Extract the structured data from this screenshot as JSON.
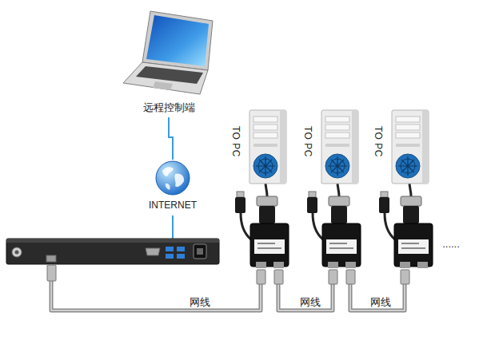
{
  "diagram": {
    "nodes": [
      {
        "text": [
          "远程控制端"
        ]
      },
      {
        "text": [
          "INTERNET"
        ]
      },
      {
        "text": [
          "TO PC"
        ]
      },
      {
        "text": [
          "TO PC"
        ]
      },
      {
        "text": [
          "TO PC"
        ]
      }
    ],
    "edges": [
      {
        "from": 0,
        "to": 1,
        "arrow": "none"
      }
    ],
    "labels": [
      "网线",
      "网线",
      "网线",
      "......"
    ]
  }
}
